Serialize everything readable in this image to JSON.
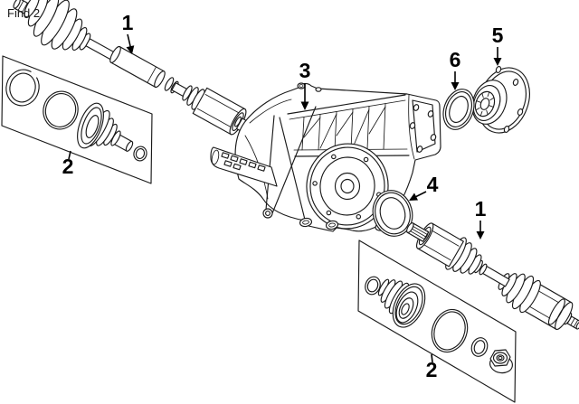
{
  "diagram": {
    "find_label": "Find 2",
    "callouts": [
      {
        "label": "1"
      },
      {
        "label": "2"
      },
      {
        "label": "3"
      },
      {
        "label": "4"
      },
      {
        "label": "5"
      },
      {
        "label": "6"
      },
      {
        "label": "1"
      },
      {
        "label": "2"
      }
    ],
    "colors": {
      "line": "#1a1a1a",
      "background": "#ffffff",
      "label": "#000000"
    }
  }
}
